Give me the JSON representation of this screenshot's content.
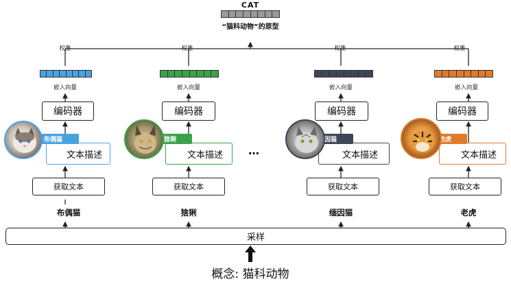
{
  "top": {
    "logo": "CAT",
    "title": "“猫科动物”的原型"
  },
  "weight_label": "权重",
  "embed_label": "嵌入向量",
  "encoder_label": "编码器",
  "desc_label": "文本描述",
  "get_text_label": "获取文本",
  "ellipsis": "…",
  "sampling_label": "采样",
  "concept_label": "概念: 猫科动物",
  "columns": [
    {
      "name": "布偶猫",
      "tag": "布偶猫",
      "color": "#4aa3df"
    },
    {
      "name": "猞猁",
      "tag": "猞猁",
      "color": "#3aa34a"
    },
    {
      "name": "缅因猫",
      "tag": "缅因猫",
      "color": "#3e4656"
    },
    {
      "name": "老虎",
      "tag": "老虎",
      "color": "#e07a2c"
    }
  ],
  "colors": {
    "prototype": "#9a9a9a",
    "border": "#222222"
  }
}
